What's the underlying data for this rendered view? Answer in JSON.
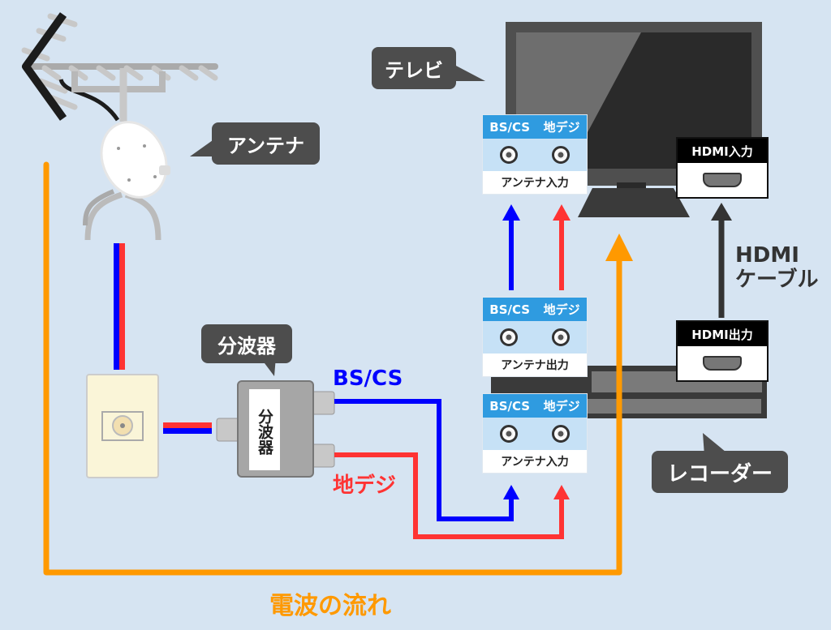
{
  "labels": {
    "tv": "テレビ",
    "antenna": "アンテナ",
    "splitter": "分波器",
    "splitter_body": "分波器",
    "recorder": "レコーダー",
    "bs_cs": "BS/CS",
    "terrestrial": "地デジ",
    "hdmi_cable_line1": "HDMI",
    "hdmi_cable_line2": "ケーブル",
    "signal_flow": "電波の流れ"
  },
  "panels": {
    "tv_antenna_in": {
      "left": "BS/CS",
      "right": "地デジ",
      "footer": "アンテナ入力"
    },
    "rec_antenna_out": {
      "left": "BS/CS",
      "right": "地デジ",
      "footer": "アンテナ出力"
    },
    "rec_antenna_in": {
      "left": "BS/CS",
      "right": "地デジ",
      "footer": "アンテナ入力"
    }
  },
  "hdmi": {
    "tv_in": "HDMI入力",
    "rec_out": "HDMI出力"
  },
  "colors": {
    "bs_cs": "#0000ff",
    "terrestrial": "#ff3333",
    "signal_flow": "#ff9900",
    "hdmi_cable": "#333333",
    "panel_header": "#2f9be0"
  }
}
